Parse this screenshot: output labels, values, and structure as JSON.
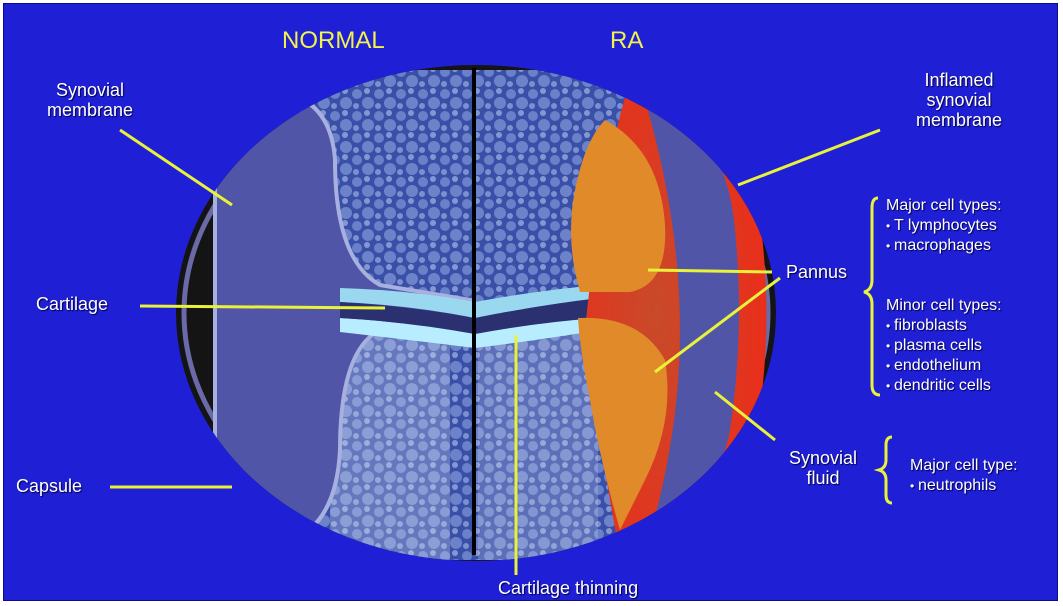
{
  "headings": {
    "normal": "NORMAL",
    "ra": "RA"
  },
  "labels": {
    "synovial_membrane": [
      "Synovial",
      "membrane"
    ],
    "cartilage": "Cartilage",
    "capsule": "Capsule",
    "cartilage_thinning": "Cartilage thinning",
    "inflamed_synovial_membrane": [
      "Inflamed",
      "synovial",
      "membrane"
    ],
    "pannus": "Pannus",
    "synovial_fluid": [
      "Synovial",
      "fluid"
    ]
  },
  "cell_types": {
    "pannus_major": {
      "title": "Major cell types:",
      "items": [
        "T lymphocytes",
        "macrophages"
      ]
    },
    "pannus_minor": {
      "title": "Minor cell types:",
      "items": [
        "fibroblasts",
        "plasma cells",
        "endothelium",
        "dendritic cells"
      ]
    },
    "fluid_major": {
      "title": "Major cell type:",
      "items": [
        "neutrophils"
      ]
    }
  },
  "colors": {
    "background": "#1f1fd6",
    "heading": "#f2f24a",
    "leader_line": "#e8f23a",
    "synovium_normal": "#5055a8",
    "inflamed": "#e8321e",
    "pannus": "#e08a2a",
    "cartilage": "#9ad8f0"
  }
}
